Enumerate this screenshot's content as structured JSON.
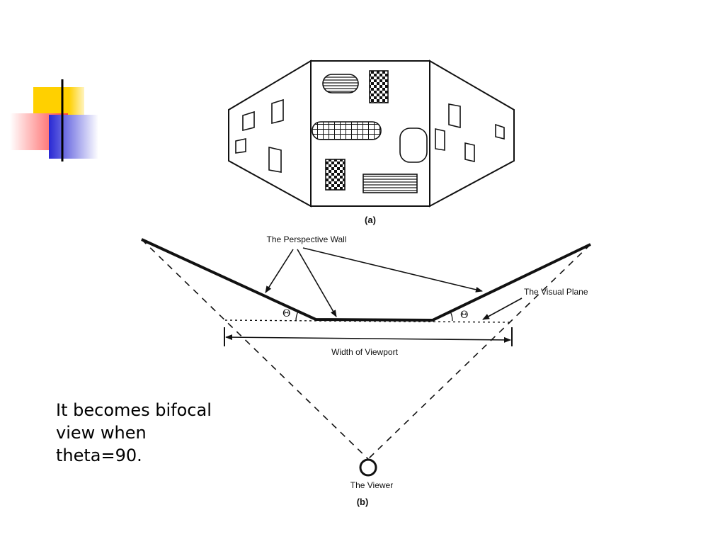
{
  "diagram": {
    "part_a_label": "(a)",
    "part_b_label": "(b)",
    "label_perspective_wall": "The Perspective Wall",
    "label_visual_plane": "The Visual Plane",
    "label_width_viewport": "Width of Viewport",
    "label_viewer": "The Viewer",
    "theta_symbol": "Θ"
  },
  "body_text": "It becomes bifocal\nview when\ntheta=90.",
  "colors": {
    "deco_yellow": "#FFD200",
    "deco_red": "#FF4040",
    "deco_blue": "#2A2AD8",
    "ink": "#111111"
  }
}
